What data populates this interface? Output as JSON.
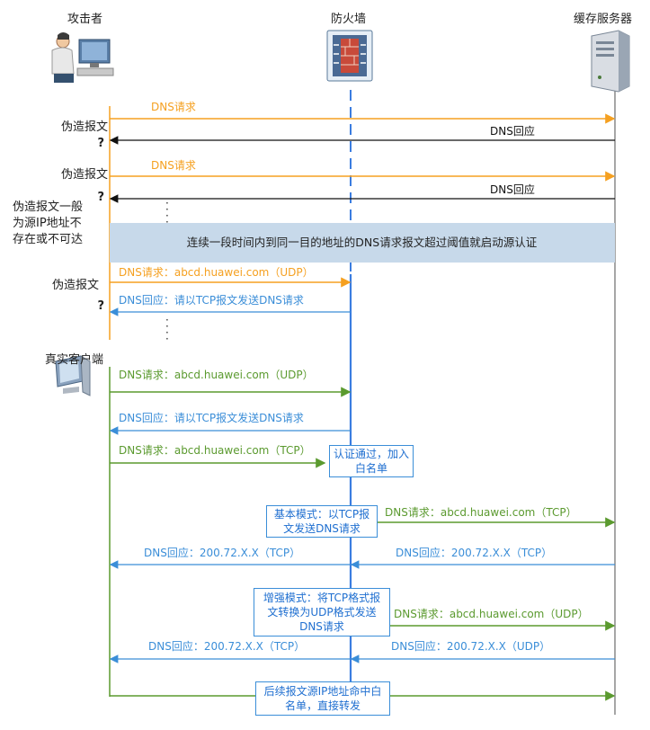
{
  "actors": {
    "attacker": "攻击者",
    "firewall": "防火墙",
    "cache_server": "缓存服务器",
    "real_client": "真实客户端"
  },
  "side_labels": {
    "forged_1": "伪造报文",
    "q_1": "?",
    "forged_2": "伪造报文",
    "q_2": "?",
    "forged_note": "伪造报文一般为源IP地址不存在或不可达",
    "forged_3": "伪造报文",
    "q_3": "?"
  },
  "banner": "连续一段时间内到同一目的地址的DNS请求报文超过阈值就启动源认证",
  "messages": {
    "m1": "DNS请求",
    "m2": "DNS回应",
    "m3": "DNS请求",
    "m4": "DNS回应",
    "m5": "DNS请求：abcd.huawei.com（UDP）",
    "m6": "DNS回应：请以TCP报文发送DNS请求",
    "m7": "DNS请求：abcd.huawei.com（UDP）",
    "m8": "DNS回应：请以TCP报文发送DNS请求",
    "m9": "DNS请求：abcd.huawei.com（TCP）",
    "m10": "DNS请求：abcd.huawei.com（TCP）",
    "m11": "DNS回应：200.72.X.X（TCP）",
    "m12": "DNS回应：200.72.X.X（TCP）",
    "m13": "DNS请求：abcd.huawei.com（UDP）",
    "m14": "DNS回应：200.72.X.X（TCP）",
    "m15": "DNS回应：200.72.X.X（UDP）"
  },
  "notes": {
    "auth_pass": "认证通过，加入白名单",
    "basic_mode": "基本模式：以TCP报文发送DNS请求",
    "enhanced_mode": "增强模式：将TCP格式报文转换为UDP格式发送DNS请求",
    "subsequent": "后续报文源IP地址命中白名单，直接转发"
  },
  "colors": {
    "attack": "#f5a020",
    "client": "#5b9a2f",
    "firewall_line": "#3b7de0",
    "reply_blue": "#3b8ed8",
    "banner_bg": "#c7d9ea",
    "dark": "#111111"
  },
  "icons": [
    "attacker-computer-icon",
    "firewall-icon",
    "server-icon",
    "client-computer-icon"
  ]
}
